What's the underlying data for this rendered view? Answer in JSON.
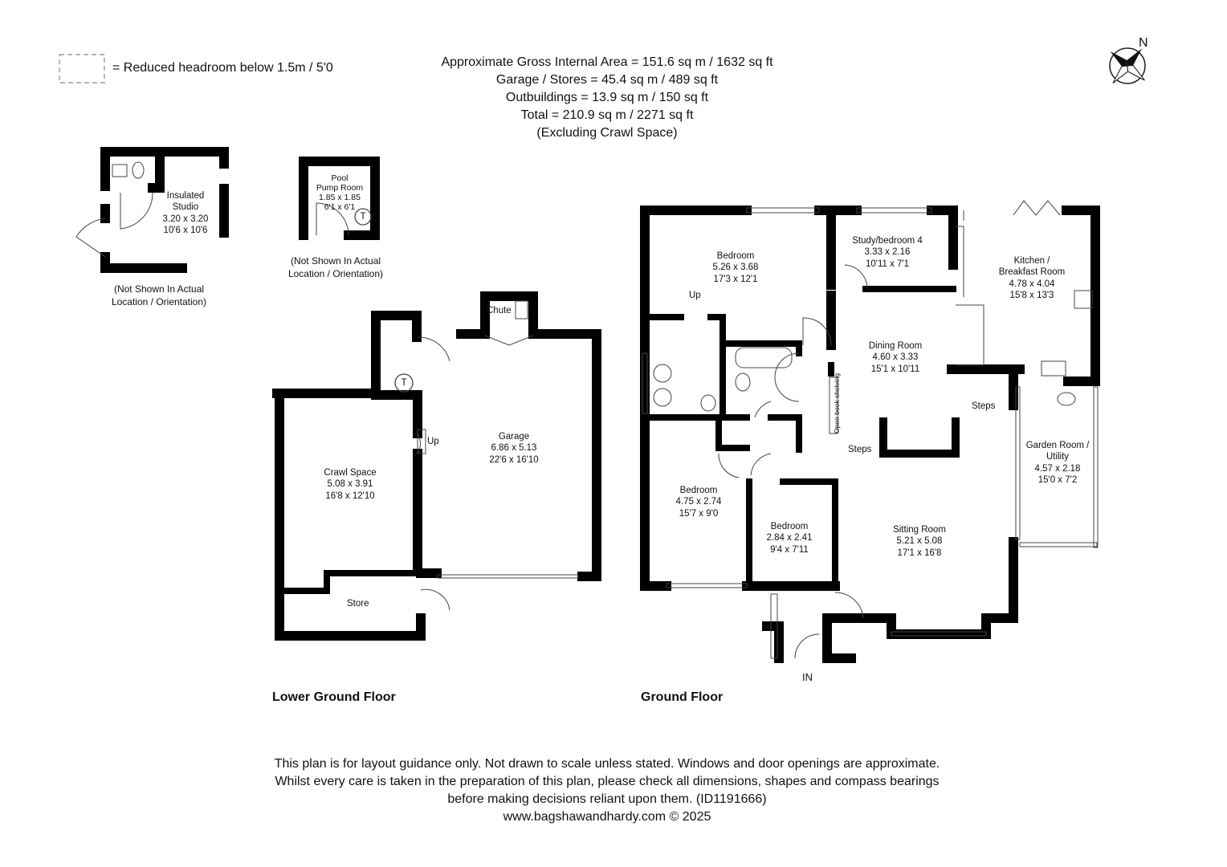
{
  "legend": {
    "text": "= Reduced headroom below 1.5m / 5'0"
  },
  "areas": [
    "Approximate Gross Internal Area = 151.6 sq m / 1632 sq ft",
    "Garage / Stores = 45.4 sq m / 489 sq ft",
    "Outbuildings = 13.9 sq m / 150 sq ft",
    "Total = 210.9 sq m / 2271 sq ft",
    "(Excluding Crawl Space)"
  ],
  "compass": {
    "label": "N"
  },
  "outbuildings": {
    "studio": {
      "name1": "Insulated",
      "name2": "Studio",
      "metric": "3.20 x 3.20",
      "imperial": "10'6 x 10'6",
      "note1": "(Not Shown In Actual",
      "note2": "Location / Orientation)"
    },
    "pump": {
      "name1": "Pool",
      "name2": "Pump Room",
      "metric": "1.85 x 1.85",
      "imperial": "6'1 x 6'1",
      "tank": "T",
      "note1": "(Not Shown In Actual",
      "note2": "Location / Orientation)"
    }
  },
  "lower_ground": {
    "title": "Lower Ground Floor",
    "chute": "Chute",
    "tank": "T",
    "up": "Up",
    "garage": {
      "name": "Garage",
      "metric": "6.86 x 5.13",
      "imperial": "22'6 x 16'10"
    },
    "crawl": {
      "name": "Crawl Space",
      "metric": "5.08 x 3.91",
      "imperial": "16'8 x 12'10"
    },
    "store": {
      "name": "Store"
    }
  },
  "ground": {
    "title": "Ground Floor",
    "bedroom1": {
      "name": "Bedroom",
      "metric": "5.26 x 3.68",
      "imperial": "17'3 x 12'1"
    },
    "study": {
      "name": "Study/bedroom 4",
      "metric": "3.33 x 2.16",
      "imperial": "10'11 x 7'1"
    },
    "kitchen": {
      "name1": "Kitchen /",
      "name2": "Breakfast Room",
      "metric": "4.78 x 4.04",
      "imperial": "15'8 x 13'3"
    },
    "dining": {
      "name": "Dining Room",
      "metric": "4.60 x 3.33",
      "imperial": "15'1 x 10'11"
    },
    "garden": {
      "name1": "Garden Room /",
      "name2": "Utility",
      "metric": "4.57 x 2.18",
      "imperial": "15'0 x 7'2"
    },
    "bedroom2": {
      "name": "Bedroom",
      "metric": "4.75 x 2.74",
      "imperial": "15'7 x 9'0"
    },
    "bedroom3": {
      "name": "Bedroom",
      "metric": "2.84 x 2.41",
      "imperial": "9'4 x 7'11"
    },
    "sitting": {
      "name": "Sitting Room",
      "metric": "5.21 x 5.08",
      "imperial": "17'1 x 16'8"
    },
    "up": "Up",
    "steps1": "Steps",
    "steps2": "Steps",
    "shelving": "Open book shelving",
    "entrance": "IN"
  },
  "footer": [
    "This plan is for layout guidance only. Not drawn to scale unless stated. Windows and door openings are approximate.",
    "Whilst every care is taken in the preparation of this plan, please check all dimensions, shapes and compass bearings",
    "before making decisions reliant upon them. (ID1191666)",
    "www.bagshawandhardy.com © 2025"
  ]
}
